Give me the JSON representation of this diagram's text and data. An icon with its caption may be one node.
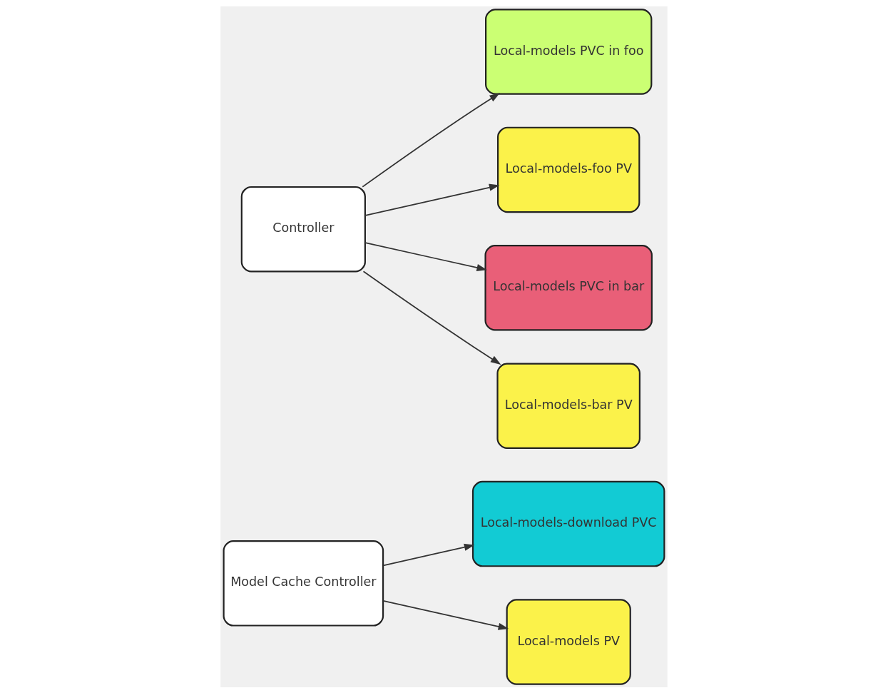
{
  "diagram": {
    "nodes": [
      {
        "text": [
          "Local-models-download PVC"
        ]
      },
      {
        "text": [
          "Local-models PV"
        ]
      },
      {
        "text": [
          "Model Cache Controller"
        ]
      },
      {
        "text": [
          "Local-models PVC in foo"
        ]
      },
      {
        "text": [
          "Local-models-foo PV"
        ]
      },
      {
        "text": [
          "Controller"
        ]
      },
      {
        "text": [
          "Local-models PVC in bar"
        ]
      },
      {
        "text": [
          "Local-models-bar PV"
        ]
      }
    ],
    "edges": [
      {
        "from": 2,
        "to": 0,
        "arrow": "to"
      },
      {
        "from": 2,
        "to": 1,
        "arrow": "to"
      },
      {
        "from": 5,
        "to": 3,
        "arrow": "to"
      },
      {
        "from": 5,
        "to": 4,
        "arrow": "to"
      },
      {
        "from": 5,
        "to": 6,
        "arrow": "to"
      },
      {
        "from": 5,
        "to": 7,
        "arrow": "to"
      }
    ]
  }
}
